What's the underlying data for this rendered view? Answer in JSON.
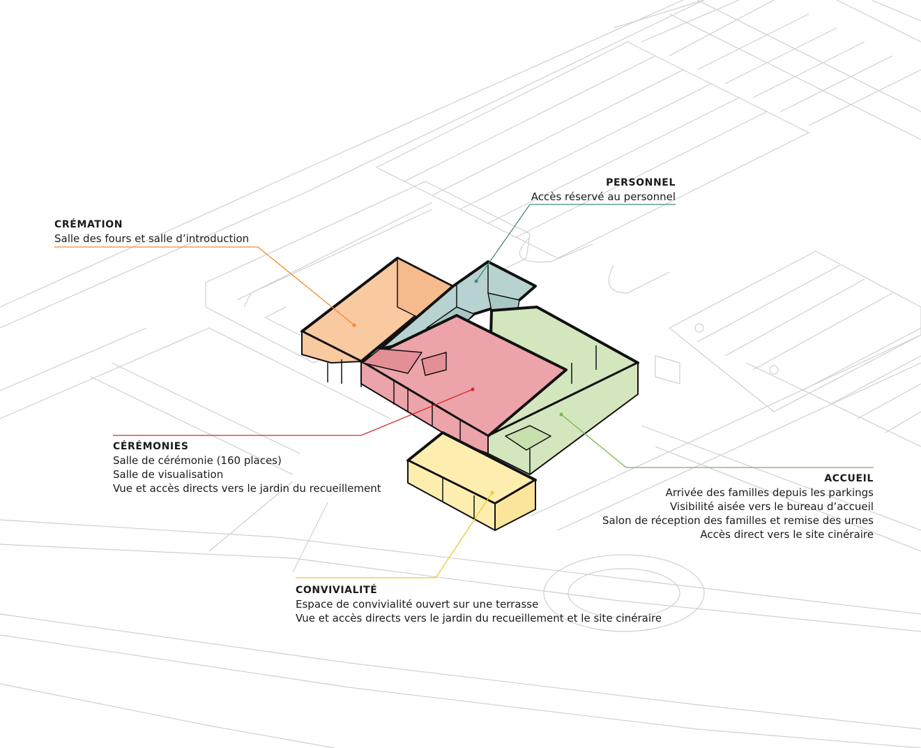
{
  "zones": {
    "cremation": {
      "title": "CRÉMATION",
      "lines": [
        "Salle des fours et salle d’introduction"
      ],
      "color": "#f28a2e",
      "fill": "#f9c9a0"
    },
    "personnel": {
      "title": "PERSONNEL",
      "lines": [
        "Accès réservé au personnel"
      ],
      "color": "#3d8a80",
      "fill": "#b7d2d0"
    },
    "ceremonies": {
      "title": "CÉRÉMONIES",
      "lines": [
        "Salle de cérémonie (160 places)",
        "Salle de visualisation",
        "Vue et accès directs vers le jardin du recueillement"
      ],
      "color": "#d9262b",
      "fill": "#eca3a9"
    },
    "accueil": {
      "title": "ACCUEIL",
      "lines": [
        "Arrivée des familles depuis les parkings",
        "Visibilité aisée vers le bureau d’accueil",
        "Salon de réception des familles et remise des urnes",
        "Accès direct vers le site cinéraire"
      ],
      "color": "#79b54a",
      "fill": "#d4e6bd"
    },
    "convivialite": {
      "title": "CONVIVIALITÉ",
      "lines": [
        "Espace de convivialité ouvert sur une terrasse",
        "Vue et accès directs vers le jardin du recueillement et le site cinéraire"
      ],
      "color": "#f0c92b",
      "fill": "#fdeeb0"
    }
  },
  "context_line_color": "#c9c9c9",
  "wall_color": "#111111"
}
